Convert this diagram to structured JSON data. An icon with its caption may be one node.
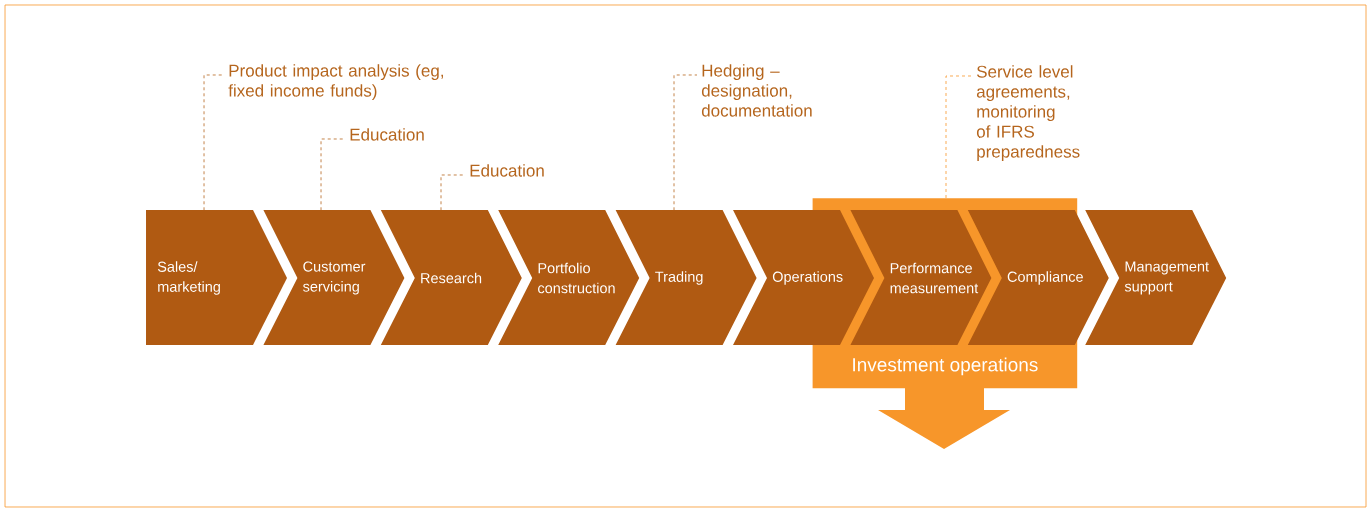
{
  "diagram": {
    "nodes": [
      {
        "text": [
          "Sales/ marketing"
        ]
      },
      {
        "text": [
          "Customer servicing"
        ]
      },
      {
        "text": [
          "Research"
        ]
      },
      {
        "text": [
          "Portfolio construction"
        ]
      },
      {
        "text": [
          "Trading"
        ]
      },
      {
        "text": [
          "Operations"
        ]
      },
      {
        "text": [
          "Investment operations"
        ]
      },
      {
        "text": [
          "Performance measurement"
        ],
        "in": 6
      },
      {
        "text": [
          "Compliance"
        ]
      },
      {
        "text": [
          "Management support"
        ]
      },
      {
        "text": [
          "Product impact analysis (eg, fixed income funds)"
        ]
      },
      {
        "text": [
          "Education"
        ]
      },
      {
        "text": [
          "Education"
        ]
      },
      {
        "text": [
          "Hedging – designation, documentation"
        ]
      },
      {
        "text": [
          "Service level agreements, monitoring of IFRS preparedness"
        ]
      }
    ],
    "edges": [
      {
        "from": 10,
        "to": 0,
        "arrow": "none",
        "style": "dashed"
      },
      {
        "from": 11,
        "to": 1,
        "arrow": "none",
        "style": "dashed"
      },
      {
        "from": 12,
        "to": 2,
        "arrow": "none",
        "style": "dashed"
      },
      {
        "from": 13,
        "to": 4,
        "arrow": "none",
        "style": "dashed"
      },
      {
        "from": 14,
        "to": 6,
        "arrow": "none",
        "style": "dashed",
        "color": "#f7962a"
      }
    ]
  }
}
